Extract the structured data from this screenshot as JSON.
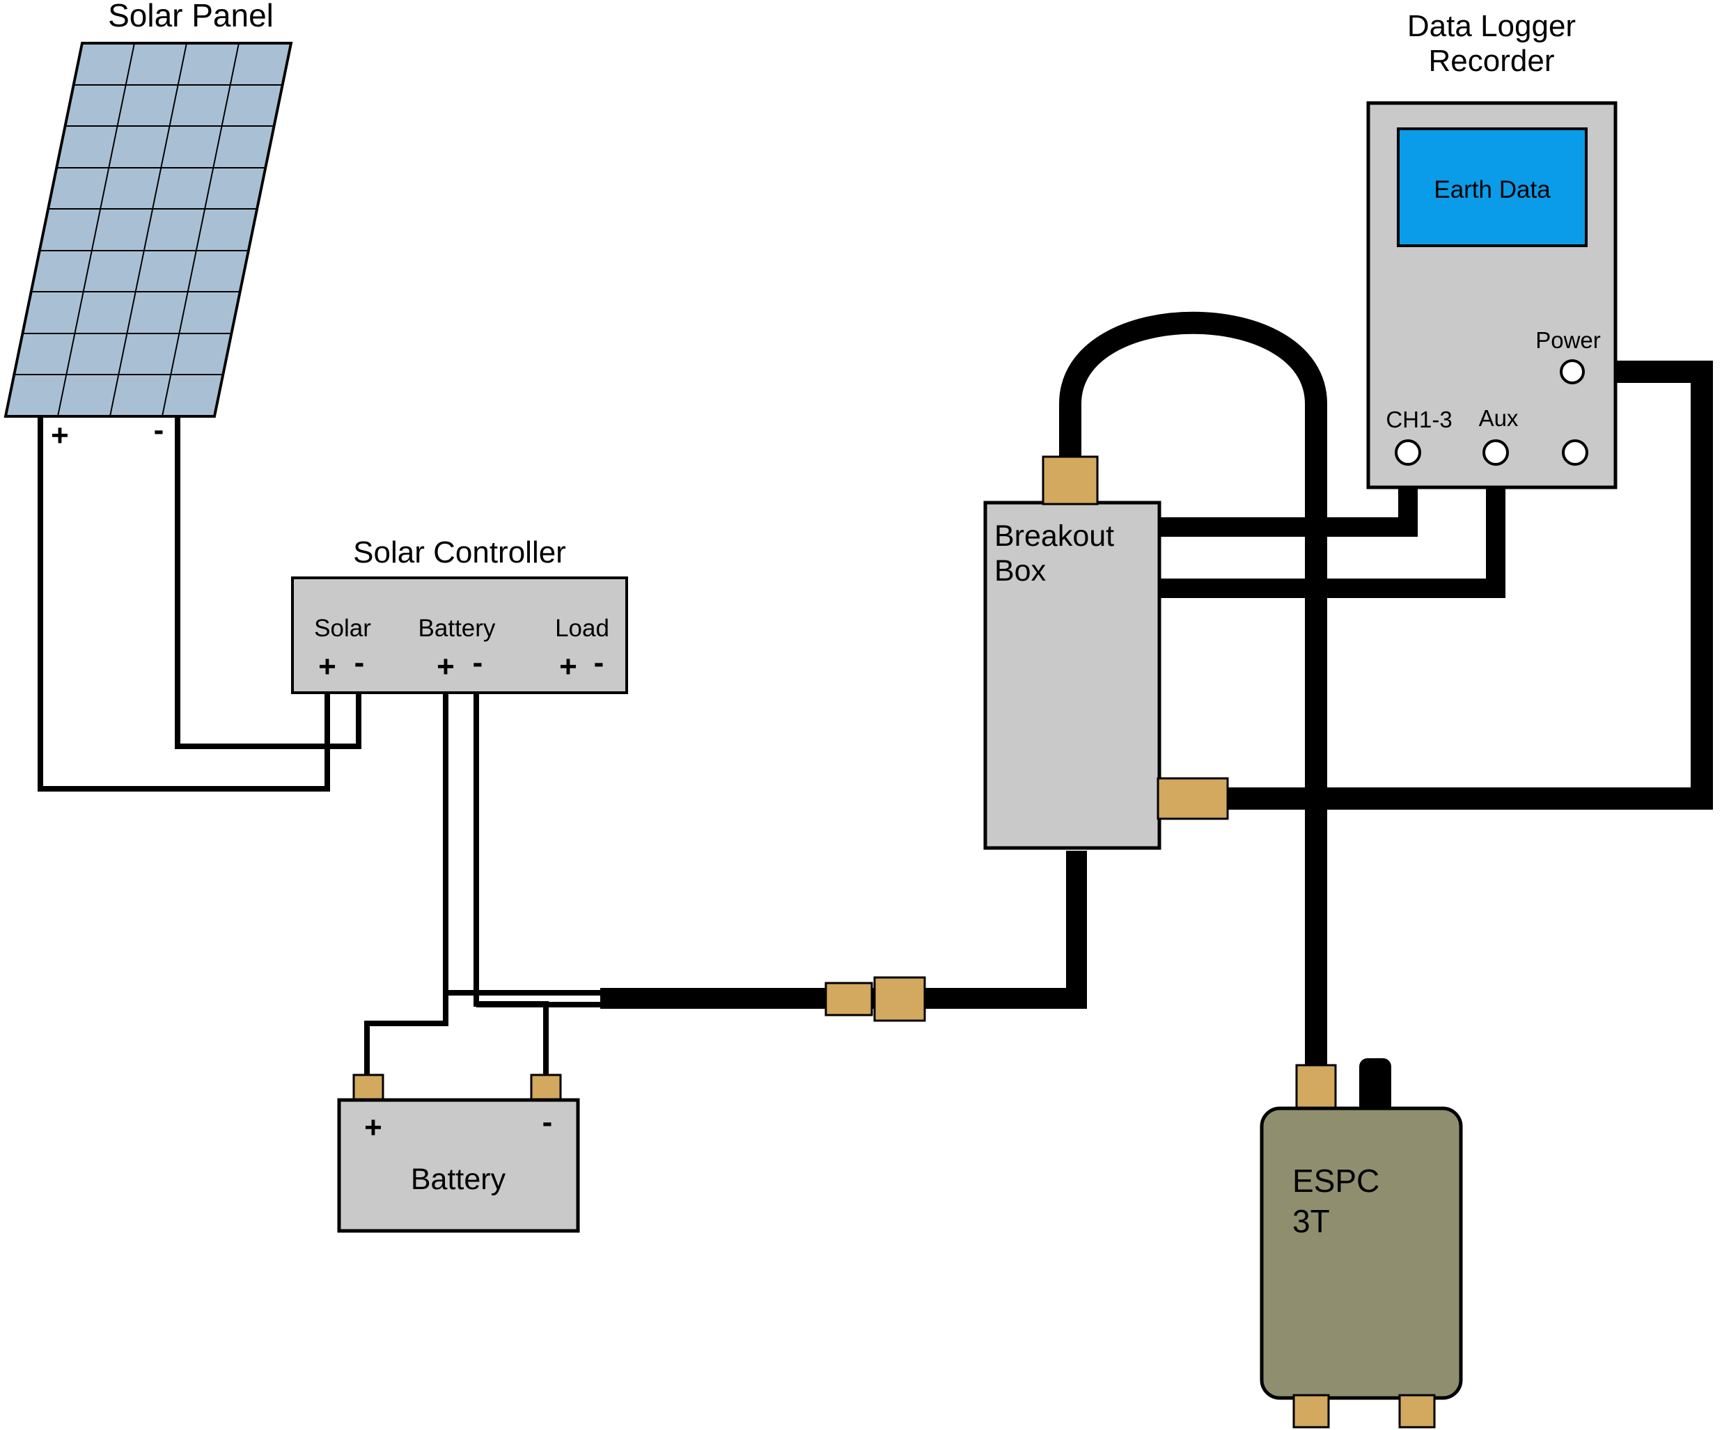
{
  "diagram": {
    "colors": {
      "panel_fill": "#a9c0d4",
      "box_fill": "#c9c9c9",
      "screen_fill": "#0a9ce8",
      "connector_fill": "#d3a95f",
      "espc_fill": "#8f8f70",
      "wire_color": "#000000"
    },
    "solar_panel": {
      "title": "Solar Panel",
      "plus_label": "+",
      "minus_label": "-"
    },
    "solar_controller": {
      "title": "Solar Controller",
      "sections": [
        {
          "label": "Solar",
          "plus": "+",
          "minus": "-"
        },
        {
          "label": "Battery",
          "plus": "+",
          "minus": "-"
        },
        {
          "label": "Load",
          "plus": "+",
          "minus": "-"
        }
      ]
    },
    "battery": {
      "label": "Battery",
      "plus_label": "+",
      "minus_label": "-"
    },
    "breakout_box": {
      "line1": "Breakout",
      "line2": "Box"
    },
    "data_logger": {
      "title_line1": "Data Logger",
      "title_line2": "Recorder",
      "screen_label": "Earth Data",
      "power_label": "Power",
      "ch_label": "CH1-3",
      "aux_label": "Aux"
    },
    "espc": {
      "line1": "ESPC",
      "line2": "3T"
    }
  }
}
